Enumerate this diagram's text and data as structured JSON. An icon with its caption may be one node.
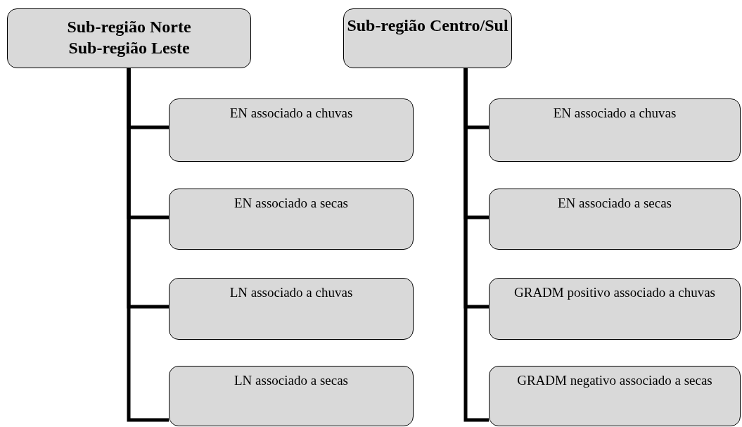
{
  "diagram": {
    "nodes": [
      {
        "text": [
          "Sub-região Norte",
          "Sub-região Leste"
        ]
      },
      {
        "text": [
          "Sub-região Centro/Sul"
        ]
      },
      {
        "text": [
          "EN associado a chuvas"
        ]
      },
      {
        "text": [
          "EN associado a secas"
        ]
      },
      {
        "text": [
          "LN associado a chuvas"
        ]
      },
      {
        "text": [
          "LN associado a secas"
        ]
      },
      {
        "text": [
          "EN associado a chuvas"
        ]
      },
      {
        "text": [
          "EN associado a secas"
        ]
      },
      {
        "text": [
          "GRADM positivo associado a chuvas"
        ]
      },
      {
        "text": [
          "GRADM negativo associado a secas"
        ]
      }
    ],
    "edges": [
      {
        "from": 0,
        "to": 2,
        "arrow": "none"
      },
      {
        "from": 0,
        "to": 3,
        "arrow": "none"
      },
      {
        "from": 0,
        "to": 4,
        "arrow": "none"
      },
      {
        "from": 0,
        "to": 5,
        "arrow": "none"
      },
      {
        "from": 1,
        "to": 6,
        "arrow": "none"
      },
      {
        "from": 1,
        "to": 7,
        "arrow": "none"
      },
      {
        "from": 1,
        "to": 8,
        "arrow": "none"
      },
      {
        "from": 1,
        "to": 9,
        "arrow": "none"
      }
    ]
  }
}
